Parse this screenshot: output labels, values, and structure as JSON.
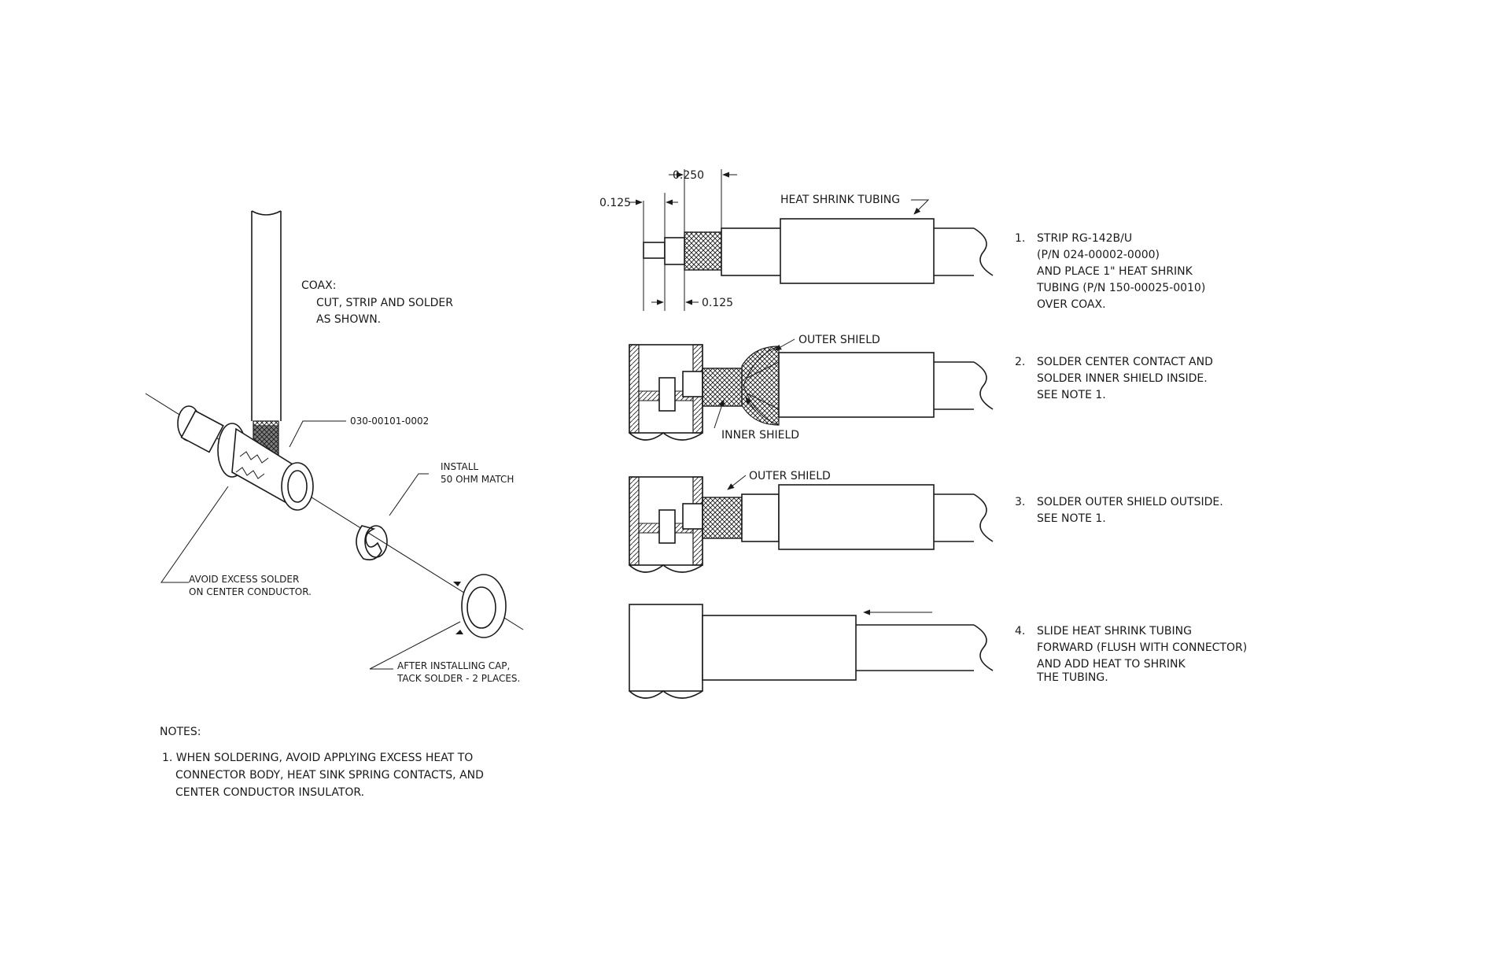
{
  "coax_note": [
    "COAX:",
    "CUT, STRIP AND SOLDER",
    "AS SHOWN."
  ],
  "part_number": "030-00101-0002",
  "install_note": [
    "INSTALL",
    "50 OHM MATCH"
  ],
  "avoid_note": [
    "AVOID EXCESS SOLDER",
    "ON CENTER CONDUCTOR."
  ],
  "cap_note": [
    "AFTER INSTALLING CAP,",
    "TACK SOLDER - 2 PLACES."
  ],
  "notes": {
    "heading": "NOTES:",
    "lines": [
      "1. WHEN SOLDERING, AVOID APPLYING EXCESS HEAT TO",
      "CONNECTOR BODY, HEAT SINK SPRING CONTACTS, AND",
      "CENTER CONDUCTOR INSULATOR."
    ]
  },
  "dimensions": {
    "d1": "0.250",
    "d2": "0.125",
    "d3": "0.125"
  },
  "labels": {
    "heat_shrink": "HEAT SHRINK TUBING",
    "outer_shield": "OUTER SHIELD",
    "inner_shield": "INNER SHIELD"
  },
  "steps": [
    {
      "num": "1.",
      "lines": [
        "STRIP RG-142B/U",
        "(P/N 024-00002-0000)",
        "AND PLACE 1\" HEAT SHRINK",
        "TUBING (P/N 150-00025-0010)",
        "OVER COAX."
      ]
    },
    {
      "num": "2.",
      "lines": [
        "SOLDER CENTER CONTACT AND",
        "SOLDER INNER SHIELD INSIDE.",
        "SEE NOTE 1."
      ]
    },
    {
      "num": "3.",
      "lines": [
        "SOLDER OUTER SHIELD OUTSIDE.",
        "SEE NOTE 1."
      ]
    },
    {
      "num": "4.",
      "lines": [
        "SLIDE HEAT SHRINK TUBING",
        "FORWARD (FLUSH WITH CONNECTOR)",
        "AND ADD HEAT TO SHRINK",
        "THE TUBING."
      ]
    }
  ]
}
